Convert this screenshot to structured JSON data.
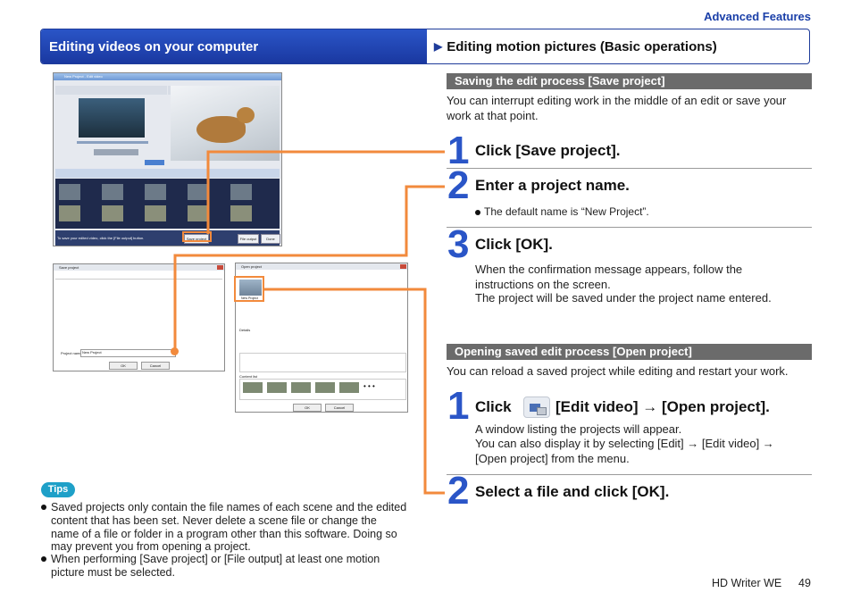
{
  "top_link": "Advanced Features",
  "header": {
    "left": "Editing videos on your computer",
    "right": "Editing motion pictures (Basic operations)"
  },
  "save_section": {
    "title": "Saving the edit process [Save project]",
    "intro": "You can interrupt editing work in the middle of an edit or save your work at that point.",
    "steps": [
      {
        "num": "1",
        "title": "Click [Save project]."
      },
      {
        "num": "2",
        "title": "Enter a project name.",
        "bullet": "The default name is “New Project”."
      },
      {
        "num": "3",
        "title": "Click [OK].",
        "text1": "When the confirmation message appears, follow the instructions on the screen.",
        "text2": "The project will be saved under the project name entered."
      }
    ]
  },
  "open_section": {
    "title": "Opening saved edit process [Open project]",
    "intro": "You can reload a saved project while editing and restart your work.",
    "steps": [
      {
        "num": "1",
        "title_pre": "Click",
        "title_post": "[Edit video] → [Open project].",
        "text1": "A window listing the projects will appear.",
        "text2": "You can also display it by selecting [Edit] → [Edit video] → [Open project] from the menu."
      },
      {
        "num": "2",
        "title": "Select a file and click [OK]."
      }
    ]
  },
  "tips": {
    "label": "Tips",
    "items": [
      "Saved projects only contain the file names of each scene and the edited content that has been set. Never delete a scene file or change the name of a file or folder in a program other than this software. Doing so may prevent you from opening a project.",
      "When performing [Save project] or [File output] at least one motion picture must be selected."
    ]
  },
  "screens": {
    "main_title": "New Project - Edit video",
    "save_btn": "Save project",
    "file_output_btn": "File output",
    "done_btn": "Done",
    "status_line": "To save your edited video, click the [File output] button.",
    "save_dialog_title": "Save project",
    "project_name_label": "Project name:",
    "project_name_value": "New Project",
    "ok": "OK",
    "cancel": "Cancel",
    "open_dialog_title": "Open project",
    "thumb_label": "New Project",
    "details_label": "Details",
    "content_list_label": "Content list",
    "ellipsis": "• • •"
  },
  "footer": {
    "product": "HD Writer WE",
    "page": "49"
  },
  "colors": {
    "accent_blue": "#2a55c7",
    "orange": "#f28a3c",
    "section_gray": "#6b6b6b",
    "tips_cyan": "#1ea0c8"
  }
}
